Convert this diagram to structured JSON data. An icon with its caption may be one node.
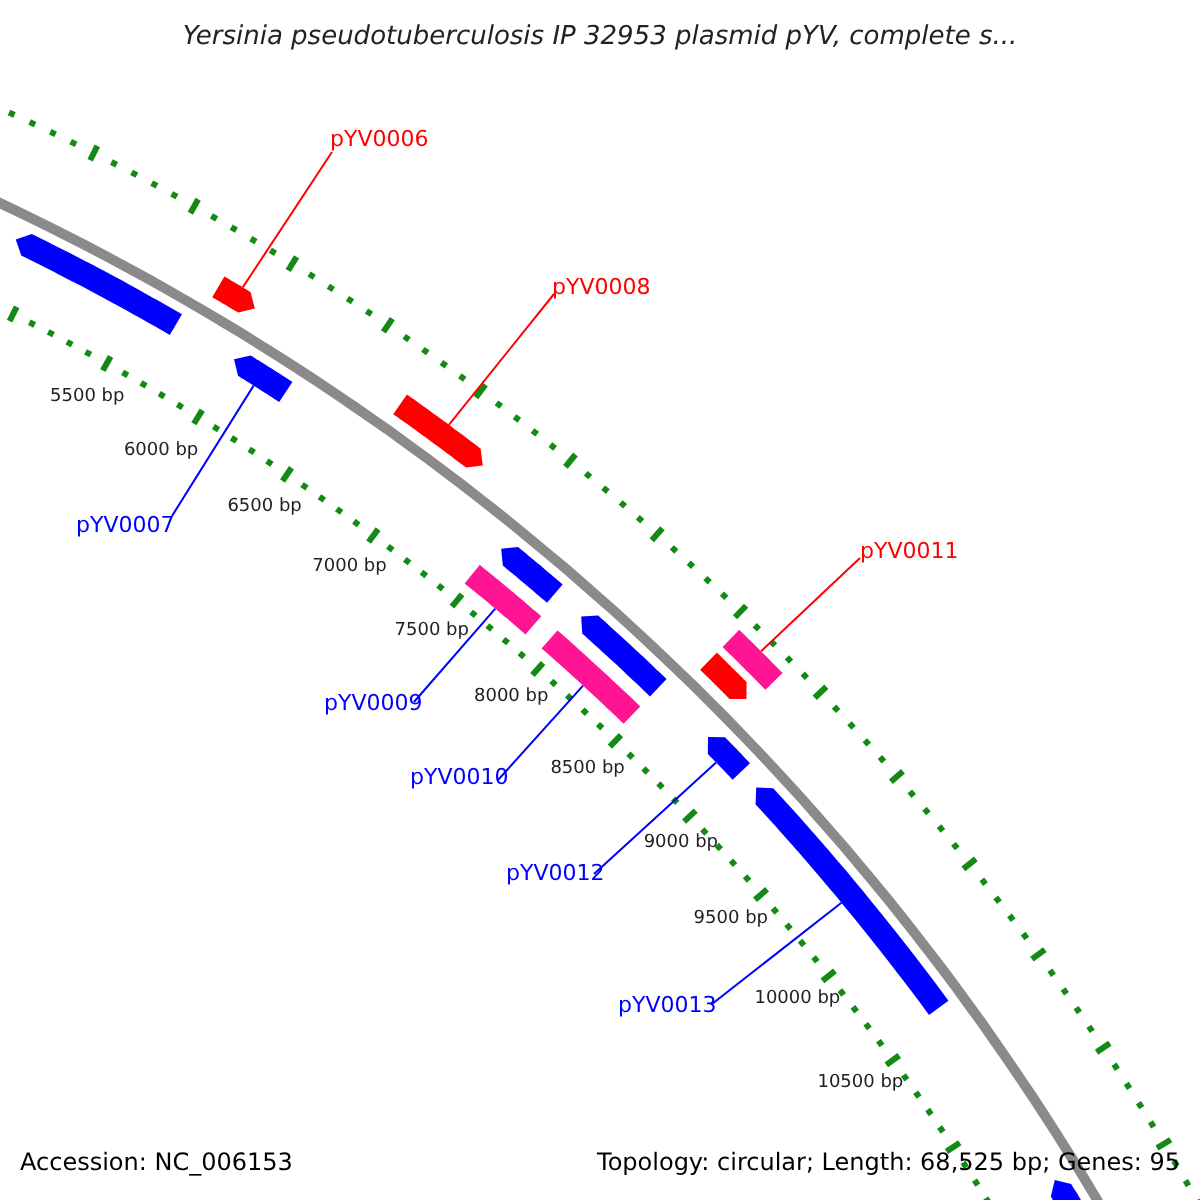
{
  "diagram": {
    "title": "Yersinia pseudotuberculosis IP 32953 plasmid pYV, complete s...",
    "nodes": [
      {
        "text": [
          "pYV0006"
        ]
      },
      {
        "text": [
          "pYV0008"
        ]
      },
      {
        "text": [
          "pYV0007"
        ]
      },
      {
        "text": [
          "pYV0011"
        ]
      },
      {
        "text": [
          "pYV0009"
        ]
      },
      {
        "text": [
          "pYV0010"
        ]
      },
      {
        "text": [
          "pYV0012"
        ]
      },
      {
        "text": [
          "pYV0013"
        ]
      },
      {
        "text": [],
        "shape": "pentagon"
      },
      {
        "text": [],
        "shape": "pentagon"
      },
      {
        "text": [],
        "shape": "pentagon"
      },
      {
        "text": [],
        "shape": "pentagon"
      },
      {
        "text": [],
        "shape": "pentagon"
      },
      {
        "text": [],
        "shape": "box"
      },
      {
        "text": [],
        "shape": "pentagon"
      },
      {
        "text": [],
        "shape": "box"
      },
      {
        "text": [],
        "shape": "box"
      },
      {
        "text": [],
        "shape": "pentagon"
      },
      {
        "text": [],
        "shape": "pentagon"
      },
      {
        "text": [],
        "shape": "pentagon"
      },
      {
        "text": [],
        "shape": "pentagon"
      }
    ],
    "edges": [
      {
        "from": 0,
        "to": 9,
        "arrow": "none",
        "color": "#ff0000"
      },
      {
        "from": 1,
        "to": 11,
        "arrow": "none",
        "color": "#ff0000"
      },
      {
        "from": 2,
        "to": 10,
        "arrow": "none",
        "color": "#0000ff"
      },
      {
        "from": 3,
        "to": 16,
        "arrow": "none",
        "color": "#ff0000"
      },
      {
        "from": 4,
        "to": 13,
        "arrow": "none",
        "color": "#0000ff"
      },
      {
        "from": 5,
        "to": 15,
        "arrow": "none",
        "color": "#0000ff"
      },
      {
        "from": 6,
        "to": 18,
        "arrow": "none",
        "color": "#0000ff"
      },
      {
        "from": 7,
        "to": 19,
        "arrow": "none",
        "color": "#0000ff"
      }
    ],
    "labels": [
      "5500 bp",
      "6000 bp",
      "6500 bp",
      "7000 bp",
      "7500 bp",
      "8000 bp",
      "8500 bp",
      "9000 bp",
      "9500 bp",
      "10000 bp",
      "10500 bp",
      "Accession: NC_006153",
      "Topology: circular; Length: 68,525 bp; Genes: 95"
    ]
  }
}
